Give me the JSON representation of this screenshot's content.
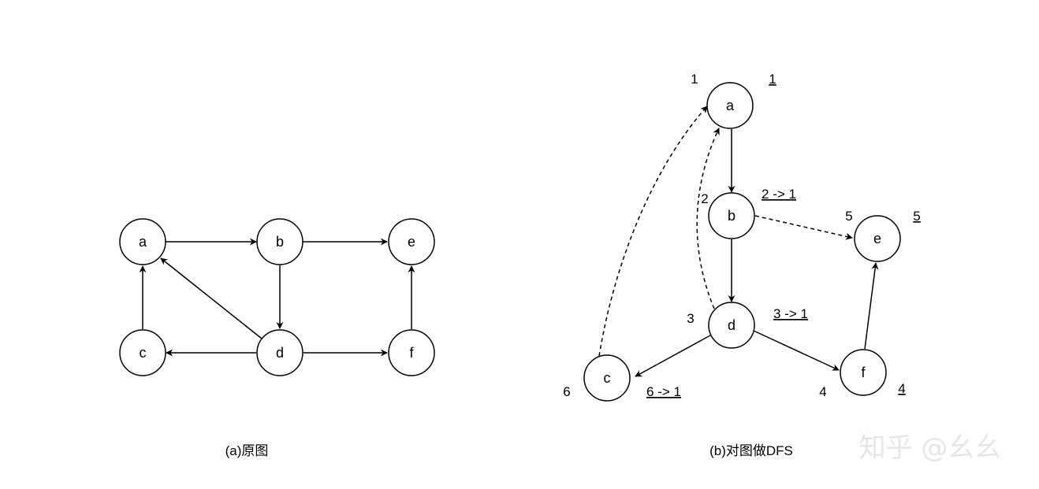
{
  "left_graph": {
    "caption": "(a)原图",
    "nodes": {
      "a": "a",
      "b": "b",
      "e": "e",
      "c": "c",
      "d": "d",
      "f": "f"
    }
  },
  "right_graph": {
    "caption": "(b)对图做DFS",
    "nodes": {
      "a": "a",
      "b": "b",
      "e": "e",
      "c": "c",
      "d": "d",
      "f": "f"
    },
    "dfn_labels": {
      "a": "1",
      "b": "2",
      "e": "5",
      "c": "6",
      "d": "3",
      "f": "4"
    },
    "low_labels": {
      "a": "1",
      "b": "2 -> 1",
      "e": "5",
      "c": "6 -> 1",
      "d": "3 -> 1",
      "f": "4"
    }
  },
  "watermark": "知乎 @幺幺",
  "colors": {
    "stroke": "#000000",
    "background": "#ffffff",
    "watermark": "#e6e6e6"
  }
}
